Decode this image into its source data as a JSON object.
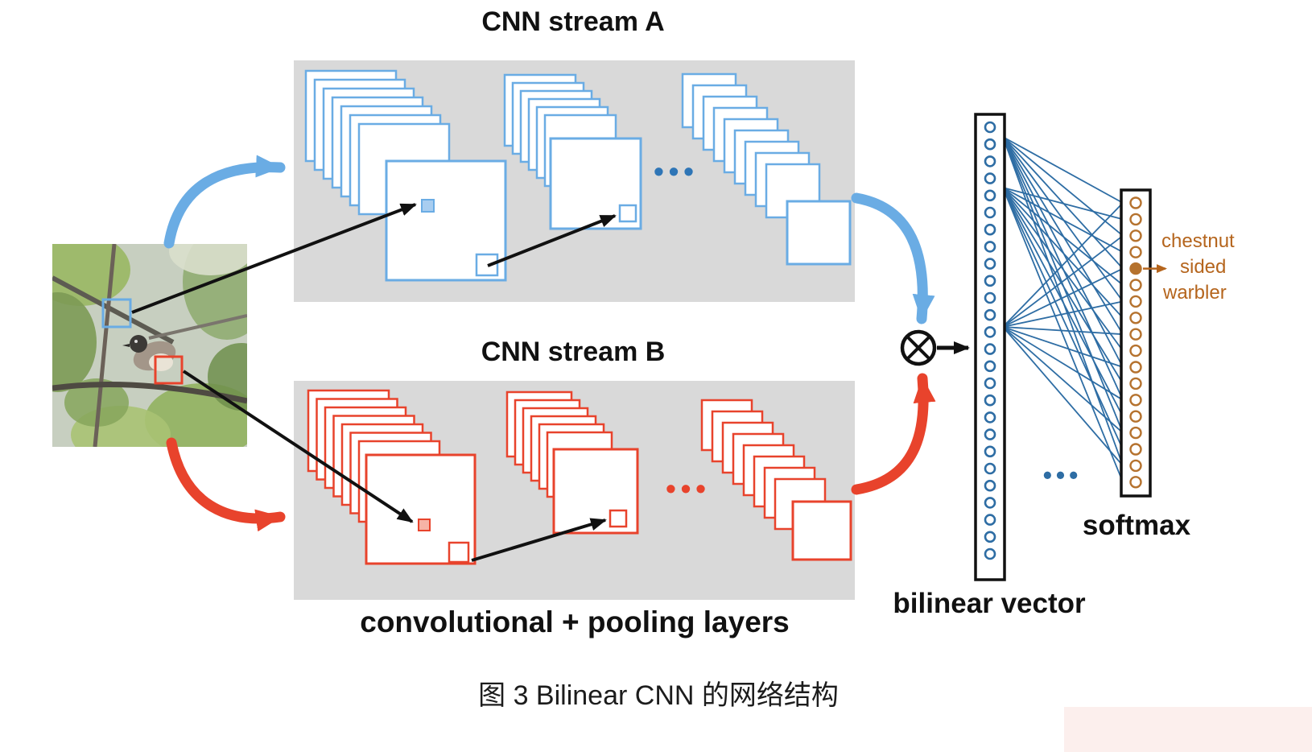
{
  "diagram": {
    "topic": "Bilinear CNN architecture",
    "stream_a_title": "CNN stream A",
    "stream_b_title": "CNN stream B",
    "conv_pool_label": "convolutional + pooling layers",
    "bilinear_label": "bilinear vector",
    "softmax_label": "softmax",
    "operator_symbol": "⊗",
    "ellipsis": "•••",
    "predicted_class": {
      "line1": "chestnut",
      "line2": "sided",
      "line3": "warbler"
    },
    "caption": "图 3 Bilinear CNN 的网络结构"
  },
  "colors": {
    "stream_a_blue": "#6aace4",
    "stream_b_red": "#e8432c",
    "bilinear_node_blue": "#2e6da4",
    "softmax_node_orange": "#b5722e",
    "class_text_orange": "#b5651d",
    "panel_gray": "#d9d9d9",
    "dots_blue": "#2e75b6",
    "black": "#111111"
  }
}
